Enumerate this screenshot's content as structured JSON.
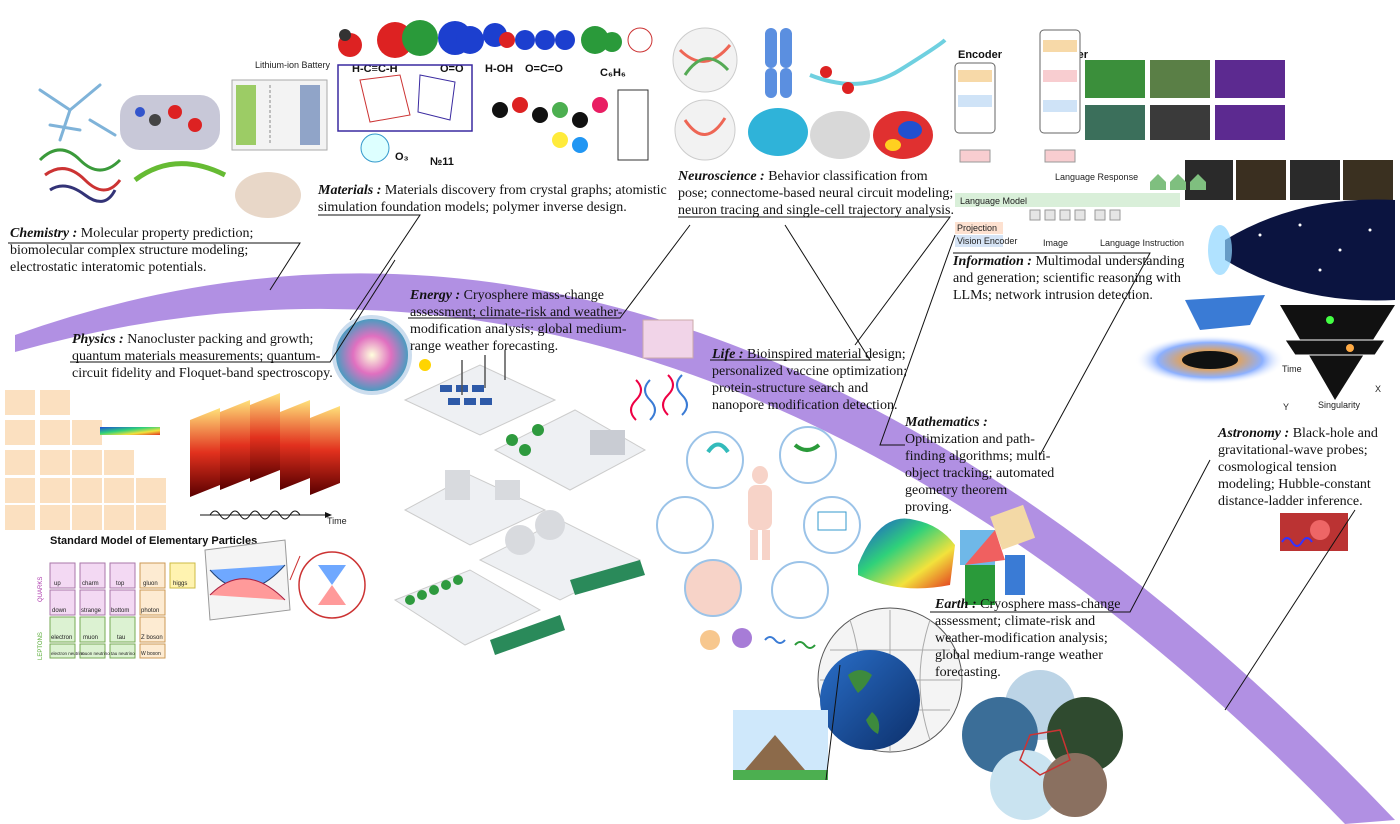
{
  "domains": {
    "chemistry": {
      "name": "Chemistry :",
      "desc": "Molecular property prediction; biomolecular complex structure modeling; electrostatic interatomic potentials."
    },
    "materials": {
      "name": "Materials :",
      "desc": "Materials discovery from crystal graphs; atomistic simulation foundation models; polymer inverse design."
    },
    "neuroscience": {
      "name": "Neuroscience :",
      "desc": "Behavior classification from pose; connectome-based neural circuit modeling; neuron tracing and single-cell trajectory analysis."
    },
    "physics": {
      "name": "Physics :",
      "desc": "Nanocluster packing and growth; quantum materials measurements; quantum-circuit fidelity and Floquet-band spectroscopy."
    },
    "energy": {
      "name": "Energy :",
      "desc": "Cryosphere mass-change assessment; climate-risk and weather-modification analysis; global medium-range weather forecasting."
    },
    "life": {
      "name": "Life :",
      "desc": "Bioinspired material design; personalized vaccine optimization; protein-structure search and nanopore modification detection."
    },
    "information": {
      "name": "Information :",
      "desc": "Multimodal understanding and generation; scientific reasoning with LLMs; network intrusion detection."
    },
    "mathematics": {
      "name": "Mathematics :",
      "desc": "Optimization and path-finding algorithms; multi-object tracking; automated geometry theorem proving."
    },
    "earth": {
      "name": "Earth :",
      "desc": "Cryosphere mass-change assessment; climate-risk and weather-modification analysis; global medium-range weather forecasting."
    },
    "astronomy": {
      "name": "Astronomy :",
      "desc": "Black-hole and gravitational-wave probes; cosmological tension modeling; Hubble-constant distance-ladder inference."
    }
  },
  "figure_text": {
    "battery_title": "Lithium-ion Battery",
    "mol_hcch": "H-C≡C-H",
    "mol_oo": "O=O",
    "mol_hoh": "H-OH",
    "mol_oco": "O=C=O",
    "mol_c6h6": "C₆H₆",
    "mol_o3": "O₃",
    "mol_no11": "№11",
    "sm_title": "Standard Model of Elementary Particles",
    "particles": [
      "up",
      "charm",
      "top",
      "gluon",
      "higgs",
      "down",
      "strange",
      "bottom",
      "photon",
      "electron",
      "muon",
      "tau",
      "Z boson",
      "electron neutrino",
      "muon neutrino",
      "tau neutrino",
      "W boson"
    ],
    "quarks": "QUARKS",
    "leptons": "LEPTONS",
    "time": "Time",
    "encoder": "Encoder",
    "decoder": "Decoder",
    "language_response": "Language Response",
    "language_model": "Language Model",
    "projection": "Projection",
    "vision_encoder": "Vision Encoder",
    "image": "Image",
    "language_instruction": "Language Instruction",
    "singularity": "Singularity",
    "axis_x": "X",
    "axis_y": "Y"
  },
  "colors": {
    "arc": "#a884e0",
    "arc_edge": "#8a62d6",
    "line": "#111111"
  }
}
